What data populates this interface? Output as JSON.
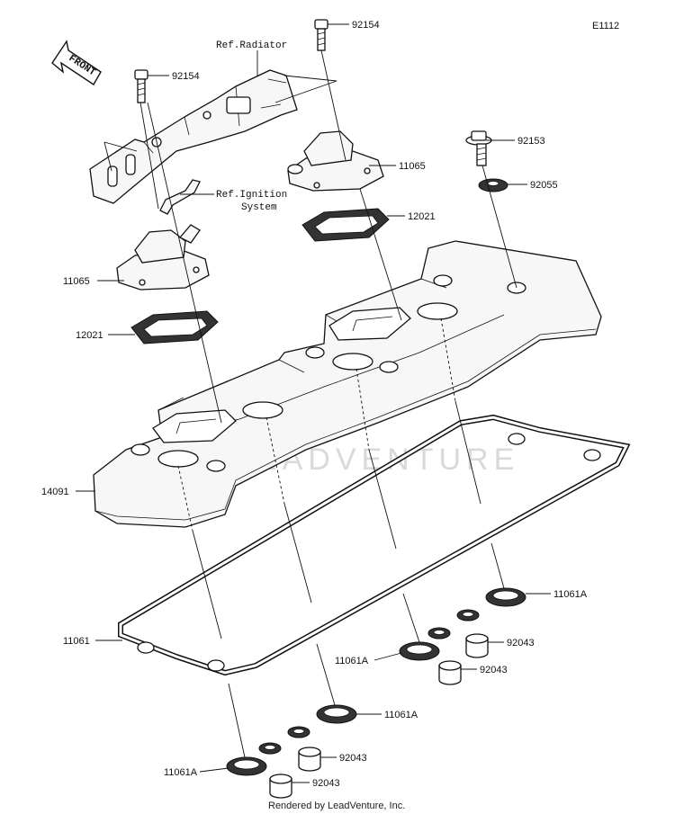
{
  "diagram_id": "E1112",
  "front_label": "FRONT",
  "watermark": "LEADVENTURE",
  "footer": "Rendered by LeadVenture, Inc.",
  "ref_labels": {
    "radiator": "Ref.Radiator",
    "ignition_line1": "Ref.Ignition",
    "ignition_line2": "System"
  },
  "callouts": {
    "bolt_top": "92154",
    "bolt_left": "92154",
    "breather_right": "11065",
    "breather_left": "11065",
    "bolt_right": "92153",
    "washer": "92055",
    "gasket_right": "12021",
    "gasket_left": "12021",
    "cover": "14091",
    "cover_gasket": "11061",
    "plug_gasket_1": "11061A",
    "plug_gasket_2": "11061A",
    "plug_gasket_3": "11061A",
    "plug_gasket_4": "11061A",
    "dowel_1": "92043",
    "dowel_2": "92043",
    "dowel_3": "92043",
    "dowel_4": "92043"
  }
}
